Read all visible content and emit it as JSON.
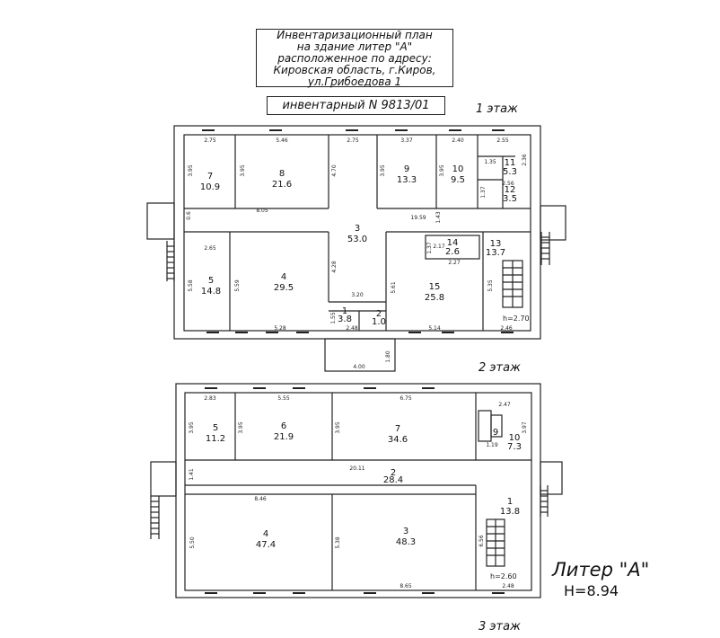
{
  "header": {
    "lines": [
      "Инвентаризационный  план",
      "на здание литер \"А\"",
      "расположенное по адресу:",
      "Кировская область, г.Киров,",
      "ул.Грибоедова 1"
    ],
    "inventory": "инвентарный  N  9813/01"
  },
  "floors": {
    "first": "1  этаж",
    "second": "2  этаж",
    "third": "3  этаж"
  },
  "liter": "Литер \"А\"",
  "height": "H=8.94",
  "floor1": {
    "rooms": [
      {
        "n": "7",
        "a": "10.9"
      },
      {
        "n": "8",
        "a": "21.6"
      },
      {
        "n": "9",
        "a": "13.3"
      },
      {
        "n": "10",
        "a": "9.5"
      },
      {
        "n": "11",
        "a": "5.3"
      },
      {
        "n": "12",
        "a": "3.5"
      },
      {
        "n": "3",
        "a": "53.0"
      },
      {
        "n": "14",
        "a": "2.6"
      },
      {
        "n": "13",
        "a": "13.7"
      },
      {
        "n": "5",
        "a": "14.8"
      },
      {
        "n": "4",
        "a": "29.5"
      },
      {
        "n": "15",
        "a": "25.8"
      },
      {
        "n": "1",
        "a": "3.8"
      },
      {
        "n": "2",
        "a": "1.0"
      }
    ],
    "dims": [
      "2.75",
      "5.46",
      "2.75",
      "3.37",
      "2.40",
      "2.55",
      "3.95",
      "3.95",
      "4.70",
      "3.95",
      "3.95",
      "1.35",
      "2.36",
      "1.37",
      "2.56",
      "8.05",
      "19.59",
      "1.43",
      "0.6",
      "2.65",
      "1.37",
      "2.17",
      "2.27",
      "5.58",
      "5.59",
      "4.28",
      "3.20",
      "5.61",
      "5.35",
      "1.55",
      "2.48",
      "5.28",
      "5.14",
      "2.46",
      "4.00",
      "1.80"
    ],
    "h": "h=2.70"
  },
  "floor2": {
    "rooms": [
      {
        "n": "5",
        "a": "11.2"
      },
      {
        "n": "6",
        "a": "21.9"
      },
      {
        "n": "7",
        "a": "34.6"
      },
      {
        "n": "9",
        "a": ""
      },
      {
        "n": "10",
        "a": "7.3"
      },
      {
        "n": "2",
        "a": "28.4"
      },
      {
        "n": "1",
        "a": "13.8"
      },
      {
        "n": "4",
        "a": "47.4"
      },
      {
        "n": "3",
        "a": "48.3"
      }
    ],
    "dims": [
      "2.83",
      "5.55",
      "6.75",
      "2.47",
      "3.95",
      "3.95",
      "3.95",
      "3.97",
      "1.19",
      "20.11",
      "1.41",
      "8.46",
      "5.50",
      "5.38",
      "6.56",
      "8.65",
      "2.48"
    ],
    "h": "h=2.60"
  }
}
